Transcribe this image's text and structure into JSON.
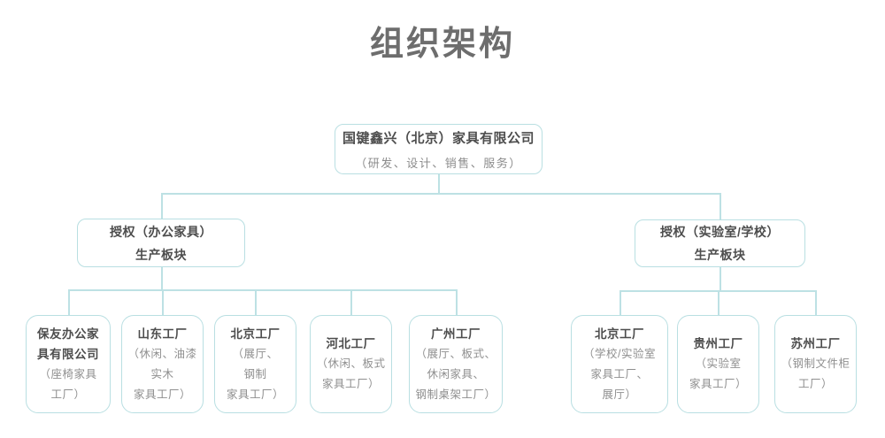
{
  "page_title": "组织架构",
  "root": {
    "name": "国键鑫兴（北京）家具有限公司",
    "desc": "（研发、设计、销售、服务）"
  },
  "divisions": {
    "office": {
      "lines": [
        "授权（办公家具）",
        "生产板块"
      ]
    },
    "lab": {
      "lines": [
        "授权（实验室/学校）",
        "生产板块"
      ]
    }
  },
  "office_factories": [
    {
      "name_lines": [
        "保友办公家",
        "具有限公司"
      ],
      "desc_lines": [
        "（座椅家具",
        "工厂）"
      ]
    },
    {
      "name_lines": [
        "山东工厂"
      ],
      "desc_lines": [
        "（休闲、油漆",
        "实木",
        "家具工厂）"
      ]
    },
    {
      "name_lines": [
        "北京工厂"
      ],
      "desc_lines": [
        "（展厅、",
        "钢制",
        "家具工厂）"
      ]
    },
    {
      "name_lines": [
        "河北工厂"
      ],
      "desc_lines": [
        "（休闲、板式",
        "家具工厂）"
      ]
    },
    {
      "name_lines": [
        "广州工厂"
      ],
      "desc_lines": [
        "（展厅、板式、",
        "休闲家具、",
        "钢制桌架工厂）"
      ]
    }
  ],
  "lab_factories": [
    {
      "name_lines": [
        "北京工厂"
      ],
      "desc_lines": [
        "（学校/实验室",
        "家具工厂、",
        "展厅）"
      ]
    },
    {
      "name_lines": [
        "贵州工厂"
      ],
      "desc_lines": [
        "（实验室",
        "家具工厂）"
      ]
    },
    {
      "name_lines": [
        "苏州工厂"
      ],
      "desc_lines": [
        "（钢制文件柜",
        "工厂）"
      ]
    }
  ],
  "colors": {
    "connector": "#bde1e4",
    "box_border": "#b9dfe2",
    "name_text": "#4d4d4d",
    "desc_text": "#8f8f8f",
    "title_text": "#6d6d6d"
  }
}
